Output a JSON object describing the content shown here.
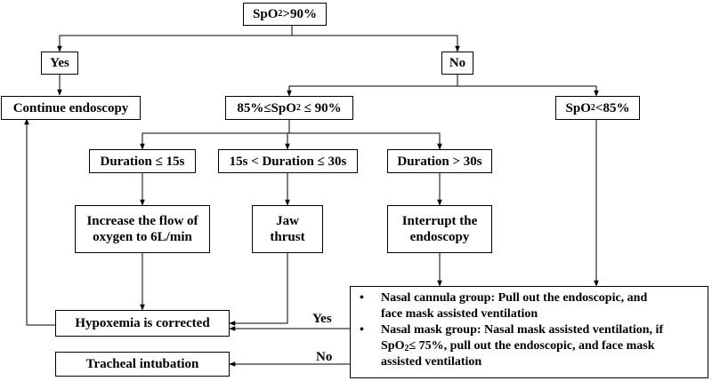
{
  "nodes": {
    "root": "SpO₂>90%",
    "yes": "Yes",
    "no": "No",
    "continue": "Continue endoscopy",
    "mid_range": "85%≤SpO₂ ≤ 90%",
    "low": "SpO₂<85%",
    "dur_short": "Duration ≤ 15s",
    "dur_mid": "15s < Duration ≤ 30s",
    "dur_long": "Duration > 30s",
    "increase_flow": [
      "Increase the flow of",
      "oxygen to 6L/min"
    ],
    "jaw_thrust": [
      "Jaw",
      "thrust"
    ],
    "interrupt": [
      "Interrupt the",
      "endoscopy"
    ],
    "corrected": "Hypoxemia is corrected",
    "intubation": "Tracheal intubation"
  },
  "management": {
    "bullet": "•",
    "items": [
      [
        "Nasal cannula group: Pull out the endoscopic, and",
        "face mask assisted ventilation"
      ],
      [
        "Nasal mask group: Nasal mask assisted ventilation, if",
        "SpO₂≤ 75%, pull out the endoscopic, and face mask",
        "assisted ventilation"
      ]
    ]
  },
  "edge_labels": {
    "yes": "Yes",
    "no": "No"
  }
}
